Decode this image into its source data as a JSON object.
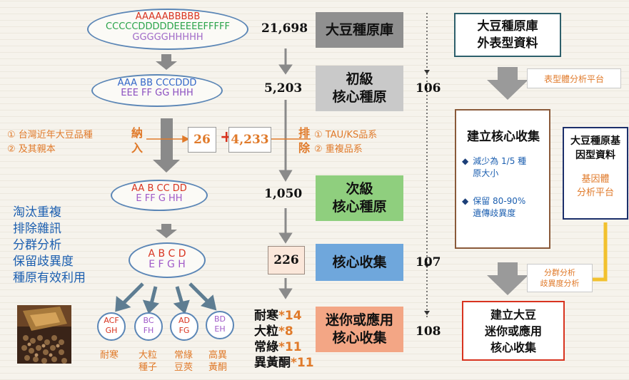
{
  "ellipses": {
    "e1": {
      "line1": "AAAAABBBBB",
      "line2": "CCCCCDDDDDEEEEEFFFFF",
      "line3": "GGGGGHHHHH"
    },
    "e2": {
      "line1": "AAA BB CCCDDD",
      "line2": "EEE  FF  GG HHH"
    },
    "e3": {
      "line1": "AA B CC DD",
      "line2": "E FF G HH"
    },
    "e4": {
      "line1": "A B C D",
      "line2": "E F G H"
    }
  },
  "counts": {
    "c1": "21,698",
    "c2": "5,203",
    "c3": "1,050"
  },
  "center_box_226": "226",
  "add_box_26": "26",
  "add_plus": "+",
  "add_box_4233": "4,233",
  "boxes": {
    "b1": "大豆種原庫",
    "b2_line1": "初級",
    "b2_line2": "核心種原",
    "b3_line1": "次級",
    "b3_line2": "核心種原",
    "b4": "核心收集",
    "b5_line1": "迷你或應用",
    "b5_line2": "核心收集"
  },
  "side_numbers": {
    "n106": "106",
    "n107": "107",
    "n108": "108"
  },
  "include": {
    "item1": "① 台灣近年大豆品種",
    "item2": "② 及其親本",
    "label_line1": "納",
    "label_line2": "入"
  },
  "exclude": {
    "label_line1": "排",
    "label_line2": "除",
    "item1": "① TAU/KS品系",
    "item2": "② 重複品系"
  },
  "left_list": [
    "淘汰重複",
    "排除雜訊",
    "分群分析",
    "保留歧異度",
    "種原有效利用"
  ],
  "circles": [
    {
      "top": "ACF",
      "bottom": "GH",
      "label1": "耐寒",
      "label2": ""
    },
    {
      "top": "BC",
      "bottom": "FH",
      "label1": "大粒",
      "label2": "種子"
    },
    {
      "top": "AD",
      "bottom": "FG",
      "label1": "常綠",
      "label2": "豆莢"
    },
    {
      "top": "BD",
      "bottom": "EH",
      "label1": "高異",
      "label2": "黃酮"
    }
  ],
  "traits": [
    {
      "name": "耐寒",
      "count": "*14"
    },
    {
      "name": "大粒",
      "count": "*8"
    },
    {
      "name": "常綠",
      "count": "*11"
    },
    {
      "name": "異黃酮",
      "count": "*11"
    }
  ],
  "right": {
    "phenotype_line1": "大豆種原庫",
    "phenotype_line2": "外表型資料",
    "phenotype_platform": "表型體分析平台",
    "core_title": "建立核心收集",
    "core_bullet1_line1": "減少為 1/5 種",
    "core_bullet1_line2": "原大小",
    "core_bullet2_line1": "保留 80-90%",
    "core_bullet2_line2": "遺傳歧異度",
    "genotype_line1": "大豆種原基",
    "genotype_line2": "因型資料",
    "genotype_platform_line1": "基因體",
    "genotype_platform_line2": "分析平台",
    "analysis_line1": "分群分析",
    "analysis_line2": "歧異度分析",
    "final_line1": "建立大豆",
    "final_line2": "迷你或應用",
    "final_line3": "核心收集"
  },
  "colors": {
    "gray_box": "#8f8f8f",
    "light_gray_box": "#c9c9c9",
    "green_box": "#8fcf7e",
    "blue_box": "#6fa7dc",
    "salmon_box": "#f3a685",
    "red": "#d8331f",
    "orange": "#e07a2a",
    "blue_text": "#1c5fb0",
    "brown_border": "#8a5a3a",
    "teal_border": "#2d5f6b",
    "yellow_arrow": "#f2c12e"
  }
}
